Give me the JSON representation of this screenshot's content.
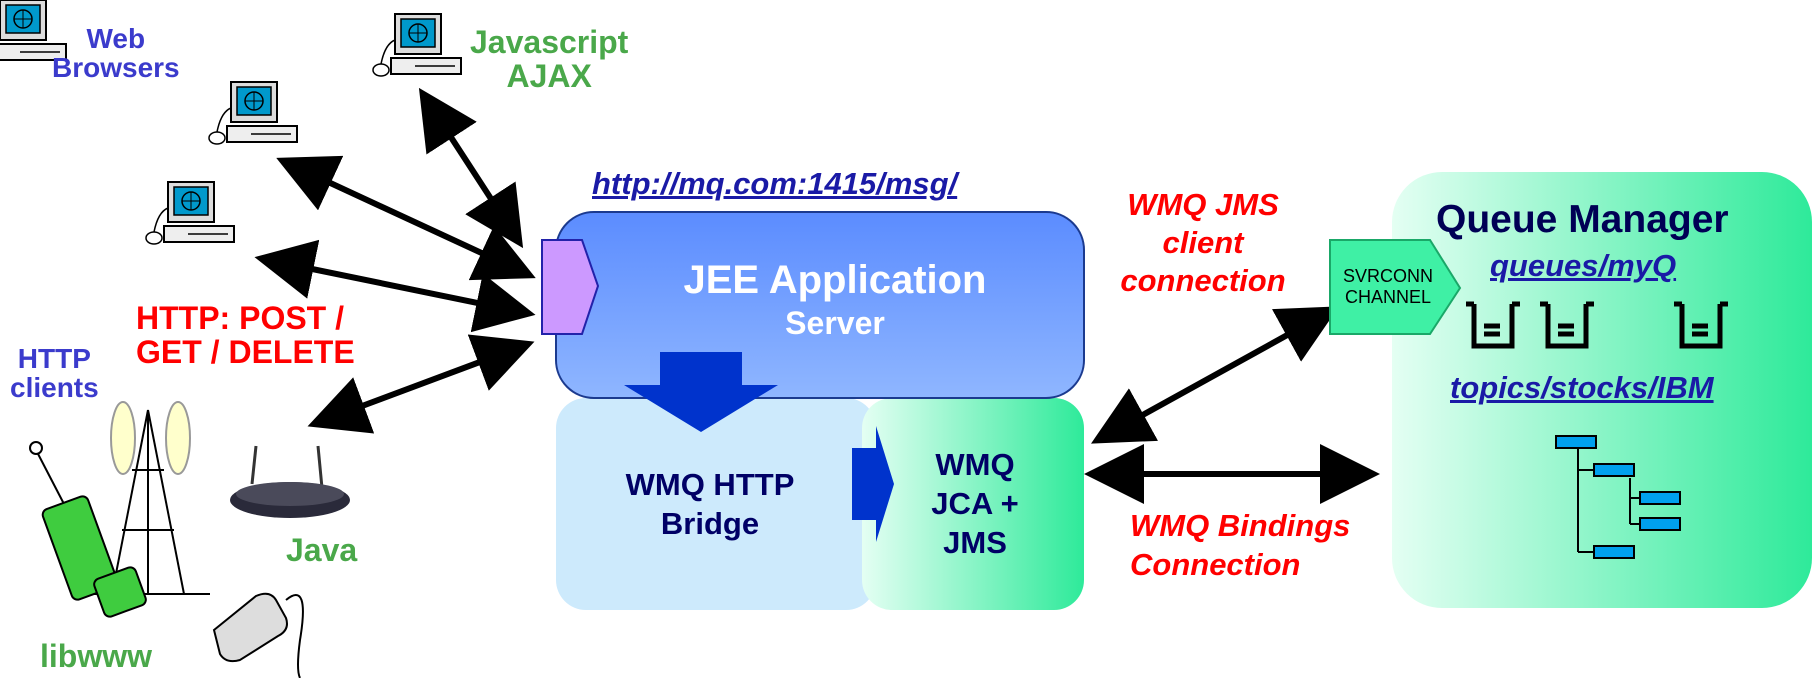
{
  "clients": {
    "web_browsers": "Web\nBrowsers",
    "javascript": "Javascript\nAJAX",
    "http_clients": "HTTP\nclients",
    "http_methods": "HTTP: POST  /\nGET / DELETE",
    "java": "Java",
    "libwww": "libwww"
  },
  "server": {
    "url": "http://mq.com:1415/msg/",
    "title": "JEE Application",
    "subtitle": "Server",
    "bridge": "WMQ HTTP\nBridge",
    "jca": "WMQ\nJCA +\nJMS"
  },
  "connections": {
    "jms_client": "WMQ JMS\nclient\nconnection",
    "bindings": "WMQ Bindings\nConnection"
  },
  "queue_manager": {
    "title": "Queue Manager",
    "channel": "SVRCONN\nCHANNEL",
    "queues": "queues/myQ",
    "topics": "topics/stocks/IBM"
  },
  "colors": {
    "server_blue": "#6f9dff",
    "bridge_light": "#cdeafc",
    "qm_green": "#3ff0a5",
    "label_red": "#ff0000",
    "label_green": "#4aa84a",
    "label_blue": "#3b3bcc"
  }
}
